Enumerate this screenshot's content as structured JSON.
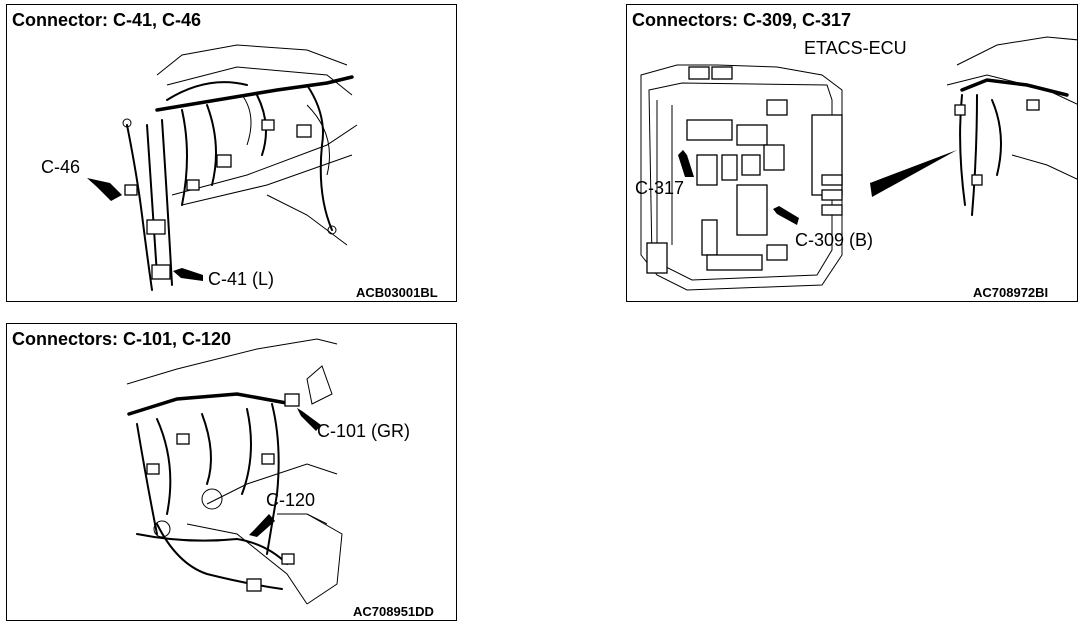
{
  "panels": [
    {
      "title": "Connector: C-41, C-46",
      "code": "ACB03001BL",
      "labels": [
        "C-46",
        "C-41 (L)"
      ]
    },
    {
      "title": "Connectors: C-309, C-317",
      "code": "AC708972BI",
      "labels": [
        "ETACS-ECU",
        "C-317",
        "C-309 (B)"
      ]
    },
    {
      "title": "Connectors: C-101, C-120",
      "code": "AC708951DD",
      "labels": [
        "C-101 (GR)",
        "C-120"
      ]
    }
  ]
}
